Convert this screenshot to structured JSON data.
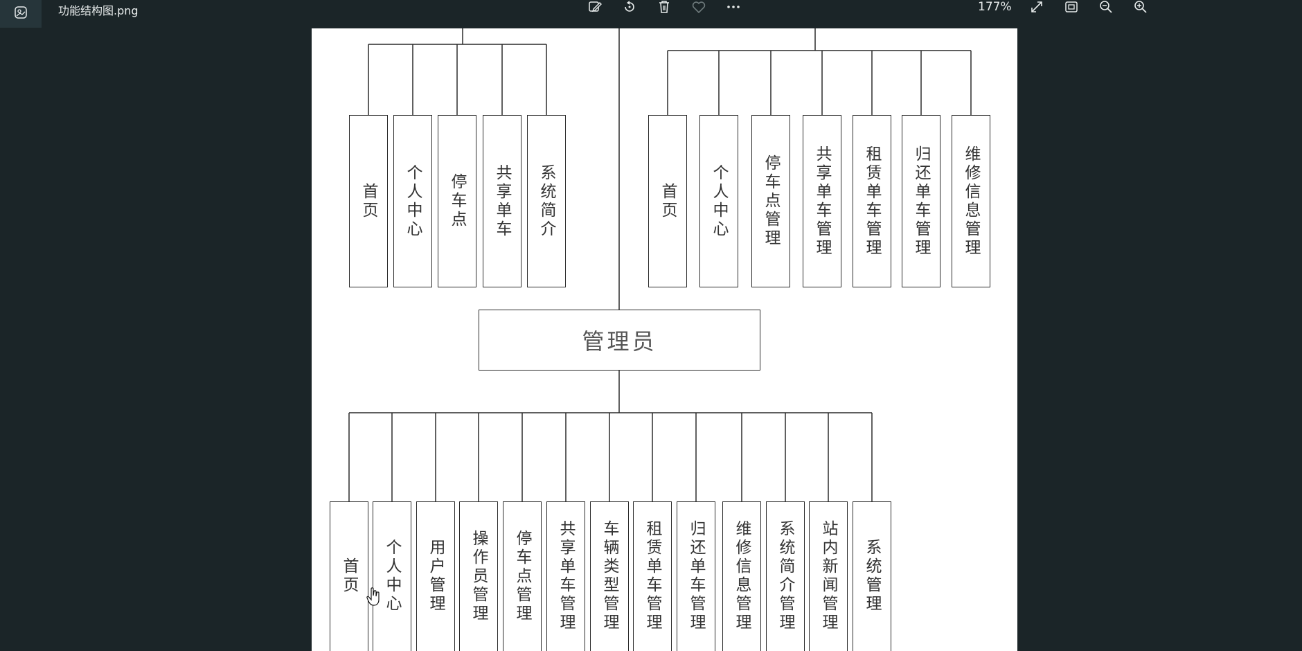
{
  "window": {
    "filename": "功能结构图.png",
    "zoom": "177%"
  },
  "toolbar": {
    "edit_icon": "edit-image-icon",
    "rotate_icon": "rotate-icon",
    "delete_icon": "trash-icon",
    "favorite_icon": "heart-icon",
    "more_icon": "more-icon",
    "expand_icon": "expand-icon",
    "fit_icon": "fit-to-window-icon",
    "zoom_out_icon": "zoom-out-icon",
    "zoom_in_icon": "zoom-in-icon"
  },
  "diagram": {
    "left_group": [
      "首页",
      "个人中心",
      "停车点",
      "共享单车",
      "系统简介"
    ],
    "right_group": [
      "首页",
      "个人中心",
      "停车点管理",
      "共享单车管理",
      "租赁单车管理",
      "归还单车管理",
      "维修信息管理"
    ],
    "admin_label": "管理员",
    "admin_children": [
      "首页",
      "个人中心",
      "用户管理",
      "操作员管理",
      "停车点管理",
      "共享单车管理",
      "车辆类型管理",
      "租赁单车管理",
      "归还单车管理",
      "维修信息管理",
      "系统简介管理",
      "站内新闻管理",
      "系统管理"
    ]
  },
  "colors": {
    "background": "#1b2528",
    "canvas": "#ffffff",
    "line": "#2a2a2a"
  }
}
